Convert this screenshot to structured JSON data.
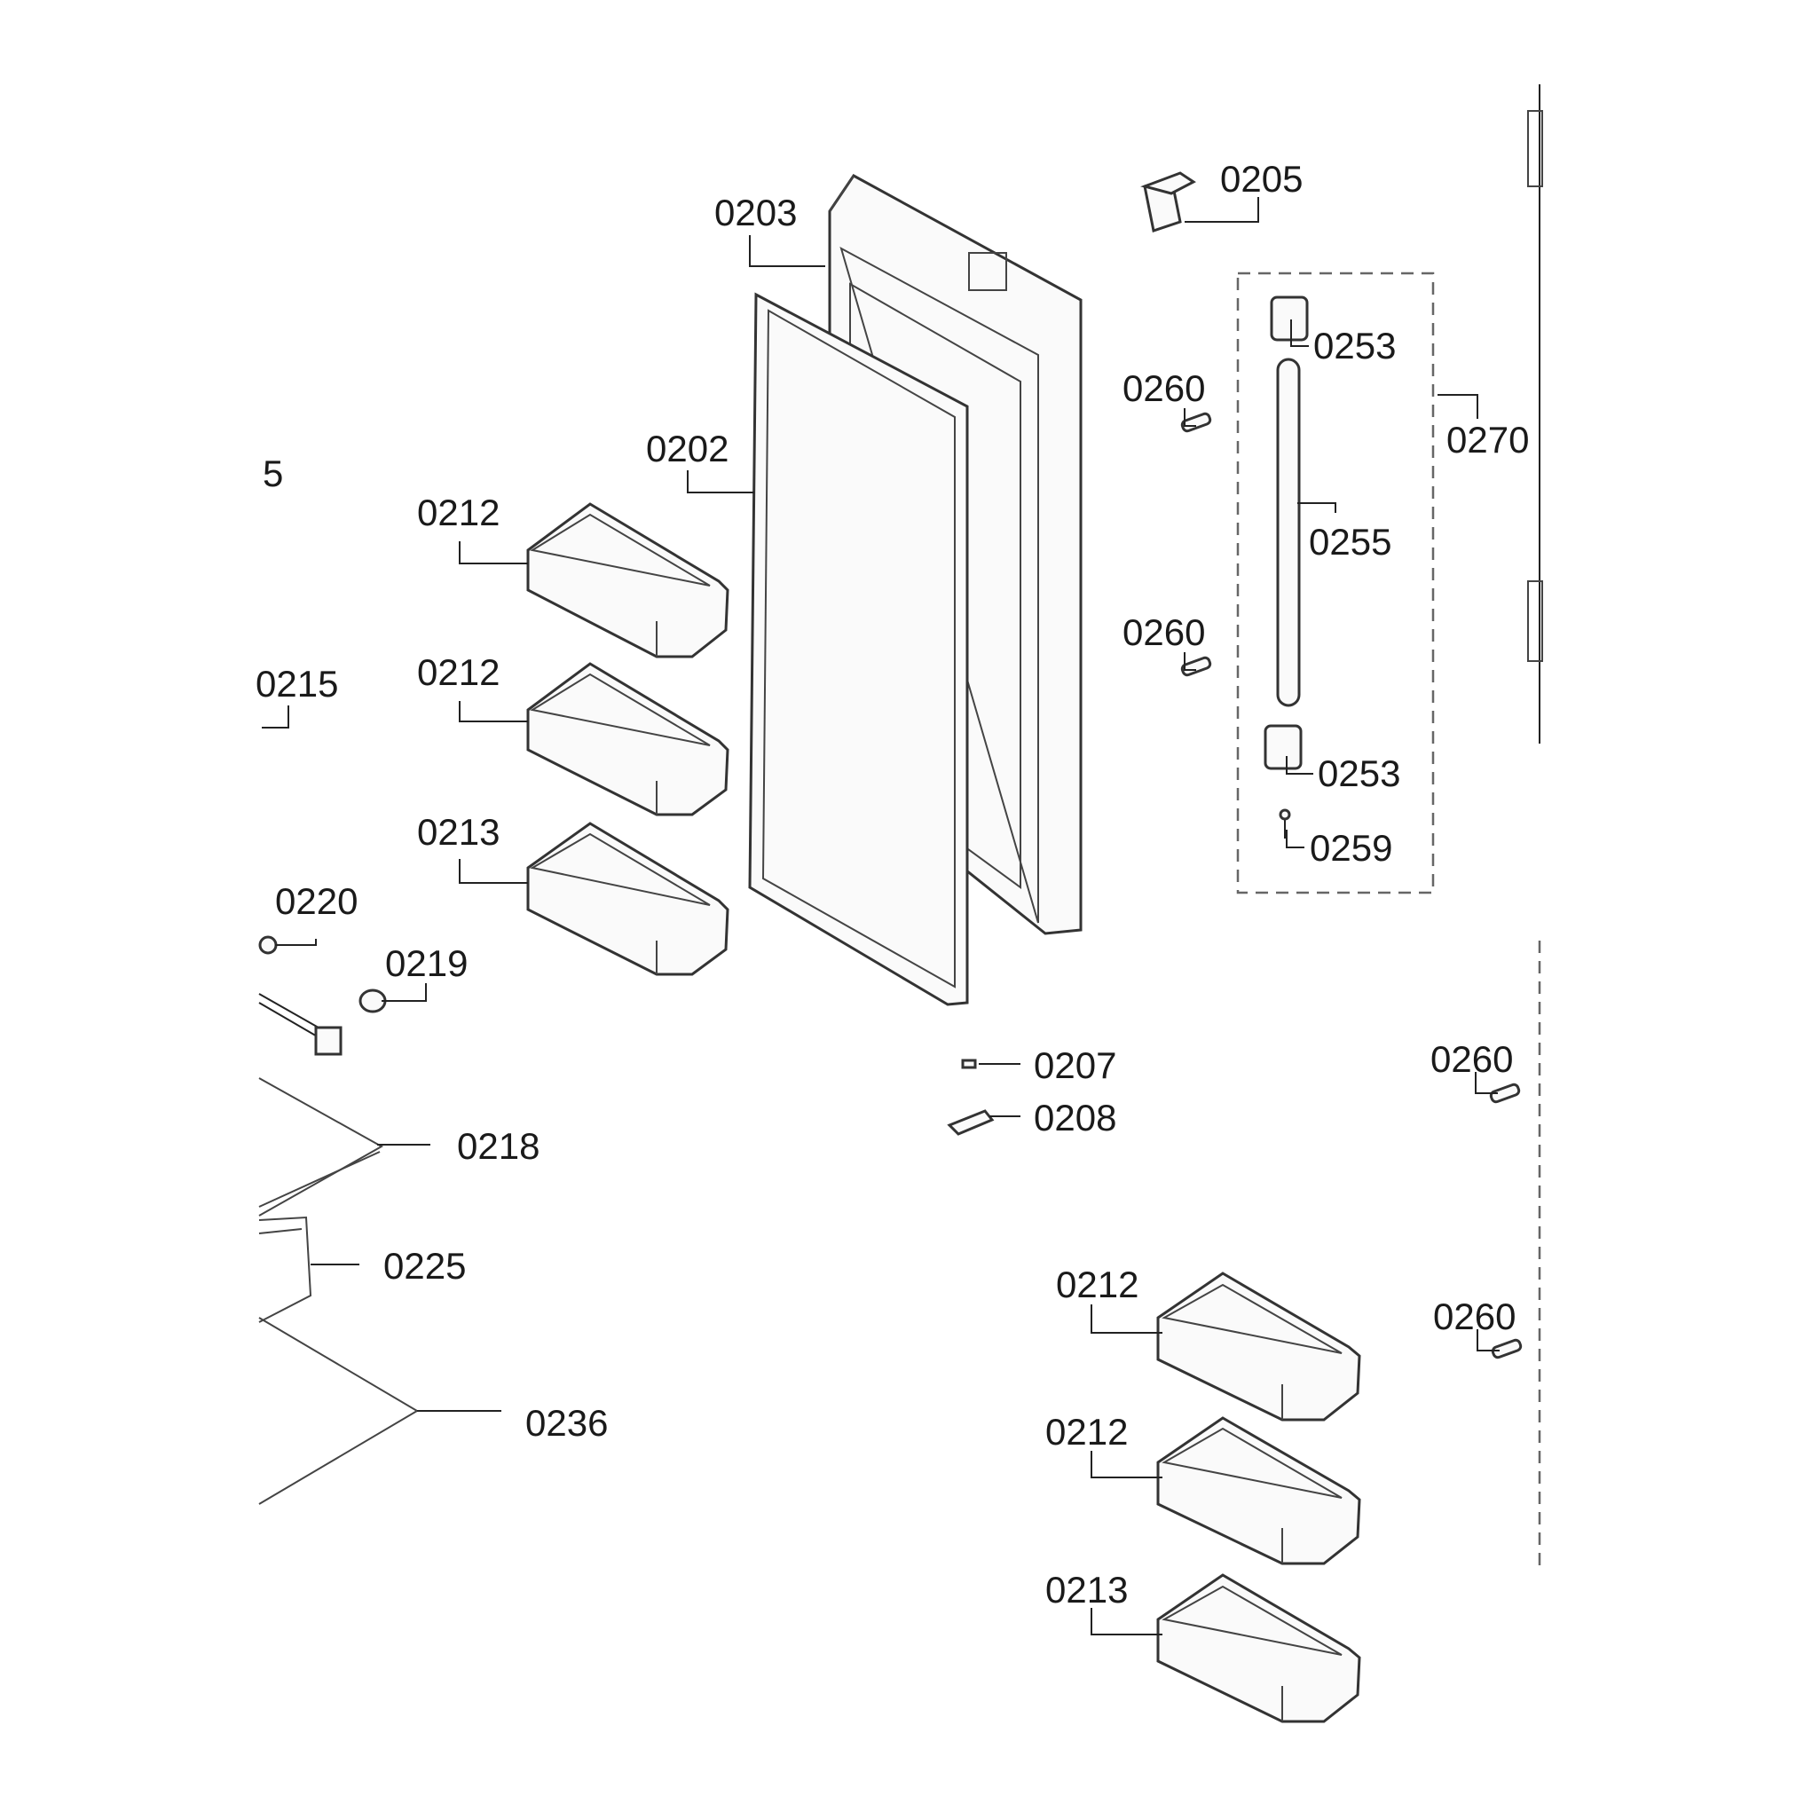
{
  "labels": {
    "l0203": "0203",
    "l0205": "0205",
    "l0253a": "0253",
    "l0260a": "0260",
    "l0270": "0270",
    "l0202": "0202",
    "l5": "5",
    "l0212a": "0212",
    "l0255": "0255",
    "l0260b": "0260",
    "l0215": "0215",
    "l0212b": "0212",
    "l0253b": "0253",
    "l0213a": "0213",
    "l0259": "0259",
    "l0220": "0220",
    "l0219": "0219",
    "l0207": "0207",
    "l0260c": "0260",
    "l0208": "0208",
    "l0218": "0218",
    "l0225": "0225",
    "l0212c": "0212",
    "l0260d": "0260",
    "l0236": "0236",
    "l0212d": "0212",
    "l0213b": "0213"
  }
}
